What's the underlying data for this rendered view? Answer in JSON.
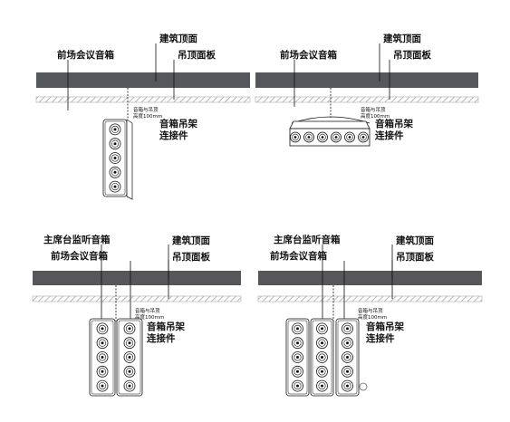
{
  "panels": [
    {
      "label_conference": "前场会议音箱",
      "label_building_top": "建筑顶面",
      "label_ceiling_panel": "吊顶面板",
      "label_distance": [
        "音箱与吊顶",
        "高度100mm"
      ],
      "label_bracket": [
        "音箱吊架",
        "连接件"
      ]
    },
    {
      "label_conference": "前场会议音箱",
      "label_building_top": "建筑顶面",
      "label_ceiling_panel": "吊顶面板",
      "label_distance": [
        "音箱与吊顶",
        "高度100mm"
      ],
      "label_bracket": [
        "音箱吊架",
        "连接件"
      ]
    },
    {
      "label_monitor": "主席台监听音箱",
      "label_conference": "前场会议音箱",
      "label_building_top": "建筑顶面",
      "label_ceiling_panel": "吊顶面板",
      "label_distance": [
        "音箱与吊顶",
        "高度100mm"
      ],
      "label_bracket": [
        "音箱吊架",
        "连接件"
      ]
    },
    {
      "label_monitor": "主席台监听音箱",
      "label_conference": "前场会议音箱",
      "label_building_top": "建筑顶面",
      "label_ceiling_panel": "吊顶面板",
      "label_distance": [
        "音箱与吊顶",
        "高度100mm"
      ],
      "label_bracket": [
        "音箱吊架",
        "连接件"
      ]
    }
  ],
  "colors": {
    "slab": "#55575a",
    "line": "#111111",
    "panel_hatch": "#9a9a9a"
  }
}
